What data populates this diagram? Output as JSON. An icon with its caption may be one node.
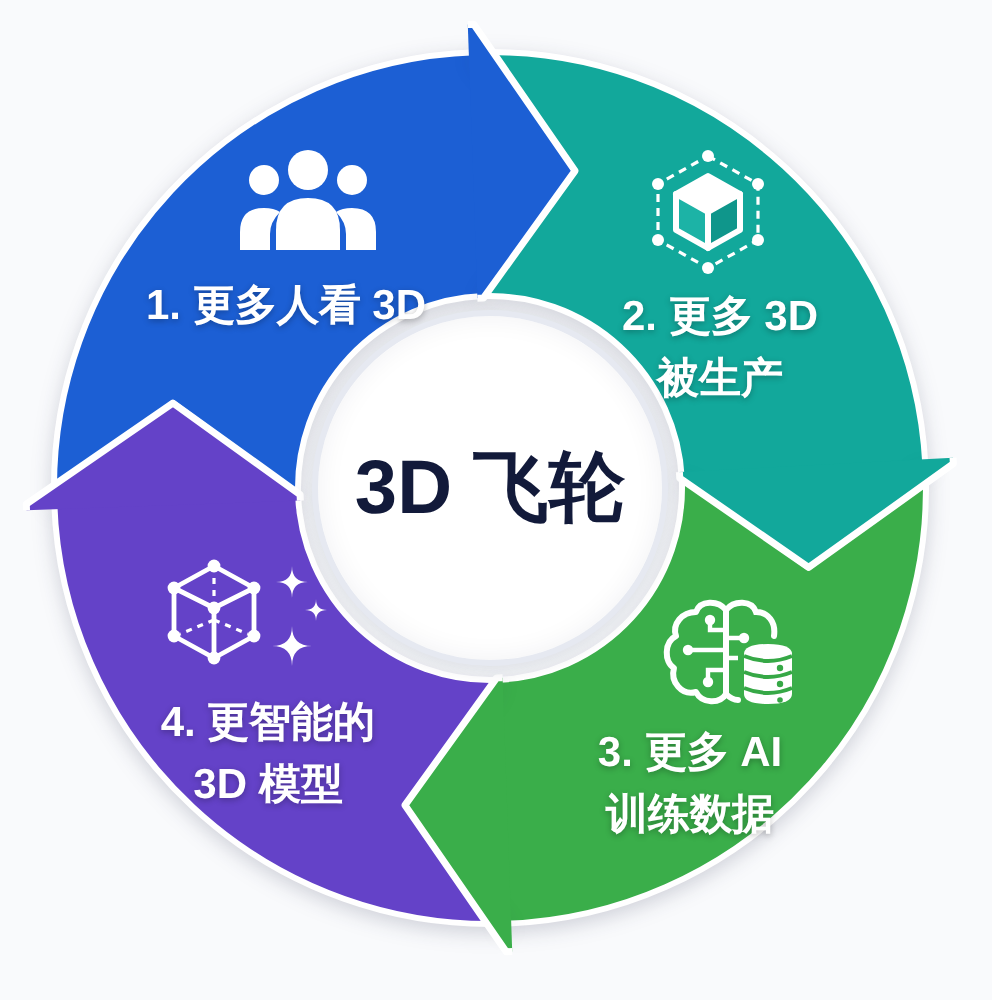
{
  "diagram": {
    "nodes": [
      {
        "text": [
          "1. 更多人看 3D"
        ]
      },
      {
        "text": [
          "2. 更多 3D被生产"
        ]
      },
      {
        "text": [
          "3. 更多 AI训练数据"
        ]
      },
      {
        "text": [
          "4. 更智能的3D 模型"
        ]
      },
      {
        "text": [
          "3D 飞轮"
        ]
      }
    ],
    "edges": [
      {
        "from": 0,
        "to": 1,
        "arrow": "to",
        "color": "#1c5fd4"
      },
      {
        "from": 1,
        "to": 2,
        "arrow": "to",
        "color": "#12a89b"
      },
      {
        "from": 2,
        "to": 3,
        "arrow": "to",
        "color": "#3aae4a"
      },
      {
        "from": 3,
        "to": 0,
        "arrow": "to",
        "color": "#6442c8"
      }
    ]
  }
}
